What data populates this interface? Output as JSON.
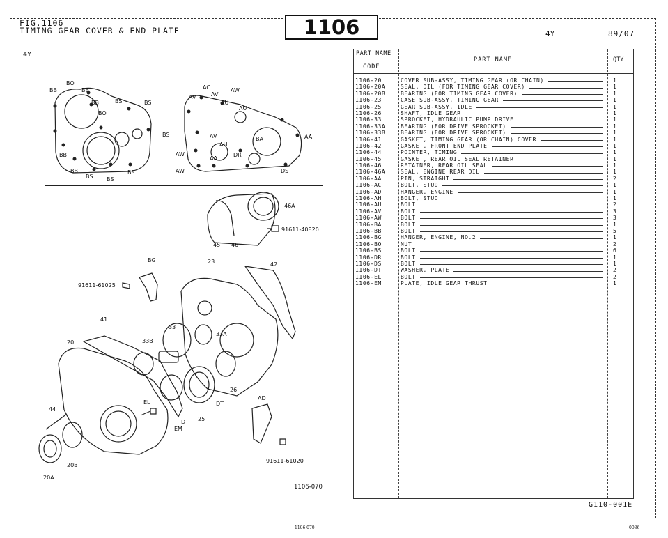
{
  "header": {
    "fig_number": "FIG.1106",
    "fig_title": "TIMING GEAR COVER & END PLATE",
    "fig_box": "1106",
    "model": "4Y",
    "date": "89/07"
  },
  "left": {
    "model": "4Y",
    "illustration_number": "1106-070",
    "inset_labels": [
      "BO",
      "BB",
      "BB",
      "BB",
      "BO",
      "BS",
      "BS",
      "BS",
      "BB",
      "BB",
      "BS",
      "BS",
      "BS",
      "AC",
      "AV",
      "AW",
      "AV",
      "AU",
      "AU",
      "AV",
      "BA",
      "AH",
      "DR",
      "AA",
      "AW",
      "AA",
      "AW",
      "DS"
    ],
    "callouts": [
      "46A",
      "91611-40820",
      "45",
      "46",
      "BG",
      "23",
      "42",
      "91611-61025",
      "41",
      "33",
      "33B",
      "20",
      "33A",
      "26",
      "DT",
      "DT",
      "25",
      "EL",
      "EM",
      "44",
      "AD",
      "20B",
      "20A",
      "91611-61020"
    ]
  },
  "table": {
    "headers": {
      "part_name_line": "PART NAME",
      "code": "CODE",
      "name": "PART NAME",
      "qty": "QTY"
    },
    "rows": [
      {
        "code": "1106-20",
        "name": "COVER SUB-ASSY, TIMING GEAR (OR CHAIN)",
        "qty": "1"
      },
      {
        "code": "1106-20A",
        "name": "SEAL, OIL (FOR TIMING GEAR COVER)",
        "qty": "1"
      },
      {
        "code": "1106-20B",
        "name": "BEARING (FOR TIMING GEAR COVER)",
        "qty": "1"
      },
      {
        "code": "1106-23",
        "name": "CASE SUB-ASSY, TIMING GEAR",
        "qty": "1"
      },
      {
        "code": "1106-25",
        "name": "GEAR SUB-ASSY, IDLE",
        "qty": "1"
      },
      {
        "code": "1106-26",
        "name": "SHAFT, IDLE GEAR",
        "qty": "1"
      },
      {
        "code": "1106-33",
        "name": "SPROCKET, HYDRAULIC PUMP DRIVE",
        "qty": "1"
      },
      {
        "code": "1106-33A",
        "name": "BEARING (FOR DRIVE SPROCKET)",
        "qty": "1"
      },
      {
        "code": "1106-33B",
        "name": "BEARING (FOR DRIVE SPROCKET)",
        "qty": "1"
      },
      {
        "code": "1106-41",
        "name": "GASKET, TIMING GEAR (OR CHAIN) COVER",
        "qty": "1"
      },
      {
        "code": "1106-42",
        "name": "GASKET, FRONT END PLATE",
        "qty": "1"
      },
      {
        "code": "1106-44",
        "name": "POINTER, TIMING",
        "qty": "1"
      },
      {
        "code": "1106-45",
        "name": "GASKET, REAR OIL SEAL RETAINER",
        "qty": "1"
      },
      {
        "code": "1106-46",
        "name": "RETAINER, REAR OIL SEAL",
        "qty": "1"
      },
      {
        "code": "1106-46A",
        "name": "SEAL, ENGINE REAR OIL",
        "qty": "1"
      },
      {
        "code": "1106-AA",
        "name": "PIN, STRAIGHT",
        "qty": "2"
      },
      {
        "code": "1106-AC",
        "name": "BOLT, STUD",
        "qty": "1"
      },
      {
        "code": "1106-AD",
        "name": "HANGER, ENGINE",
        "qty": "1"
      },
      {
        "code": "1106-AH",
        "name": "BOLT, STUD",
        "qty": "1"
      },
      {
        "code": "1106-AU",
        "name": "BOLT",
        "qty": "2"
      },
      {
        "code": "1106-AV",
        "name": "BOLT",
        "qty": "3"
      },
      {
        "code": "1106-AW",
        "name": "BOLT",
        "qty": "3"
      },
      {
        "code": "1106-BA",
        "name": "BOLT",
        "qty": "1"
      },
      {
        "code": "1106-BB",
        "name": "BOLT",
        "qty": "5"
      },
      {
        "code": "1106-BG",
        "name": "HANGER, ENGINE, NO.2",
        "qty": "1"
      },
      {
        "code": "1106-BO",
        "name": "NUT",
        "qty": "2"
      },
      {
        "code": "1106-BS",
        "name": "BOLT",
        "qty": "6"
      },
      {
        "code": "1106-DR",
        "name": "BOLT",
        "qty": "1"
      },
      {
        "code": "1106-DS",
        "name": "BOLT",
        "qty": "1"
      },
      {
        "code": "1106-DT",
        "name": "WASHER, PLATE",
        "qty": "2"
      },
      {
        "code": "1106-EL",
        "name": "BOLT",
        "qty": "2"
      },
      {
        "code": "1106-EM",
        "name": "PLATE, IDLE GEAR THRUST",
        "qty": "1"
      }
    ]
  },
  "footer": {
    "catalog_number": "G110-001E",
    "page_mid": "1106 070",
    "page_right": "0036"
  }
}
